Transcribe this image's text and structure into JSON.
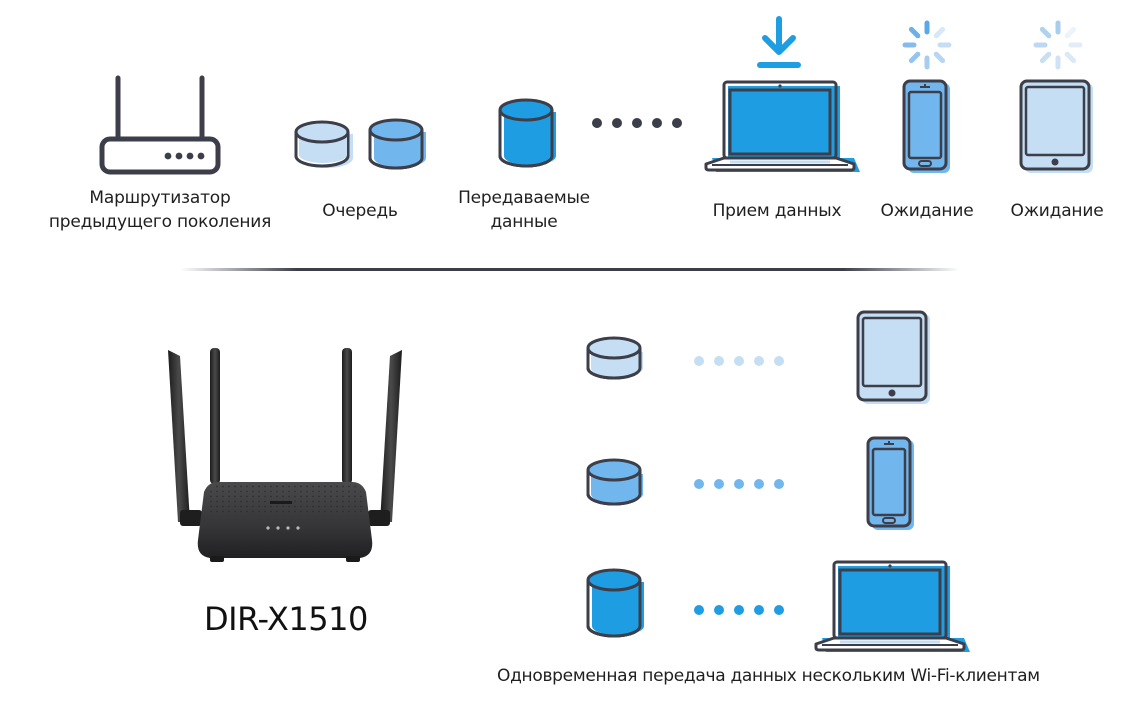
{
  "legacy_row": {
    "router_label_line1": "Маршрутизатор",
    "router_label_line2": "предыдущего поколения",
    "queue_label": "Очередь",
    "transmitted_label_line1": "Передаваемые",
    "transmitted_label_line2": "данные",
    "receiving_label": "Прием данных",
    "waiting_label_1": "Ожидание",
    "waiting_label_2": "Ожидание"
  },
  "new_row": {
    "model_name": "DIR-X1510",
    "caption": "Одновременная передача данных нескольким Wi-Fi-клиентам"
  },
  "colors": {
    "outline": "#3c3e4a",
    "blue_dark": "#1f9de3",
    "blue_mid": "#72b6ee",
    "blue_light": "#c5def3"
  },
  "icons": {
    "router": "wifi-router-icon",
    "queue": "database-cylinder-icon",
    "download": "download-arrow-icon",
    "loading": "loading-spinner-icon",
    "laptop": "laptop-icon",
    "phone": "smartphone-icon",
    "tablet": "tablet-icon"
  }
}
